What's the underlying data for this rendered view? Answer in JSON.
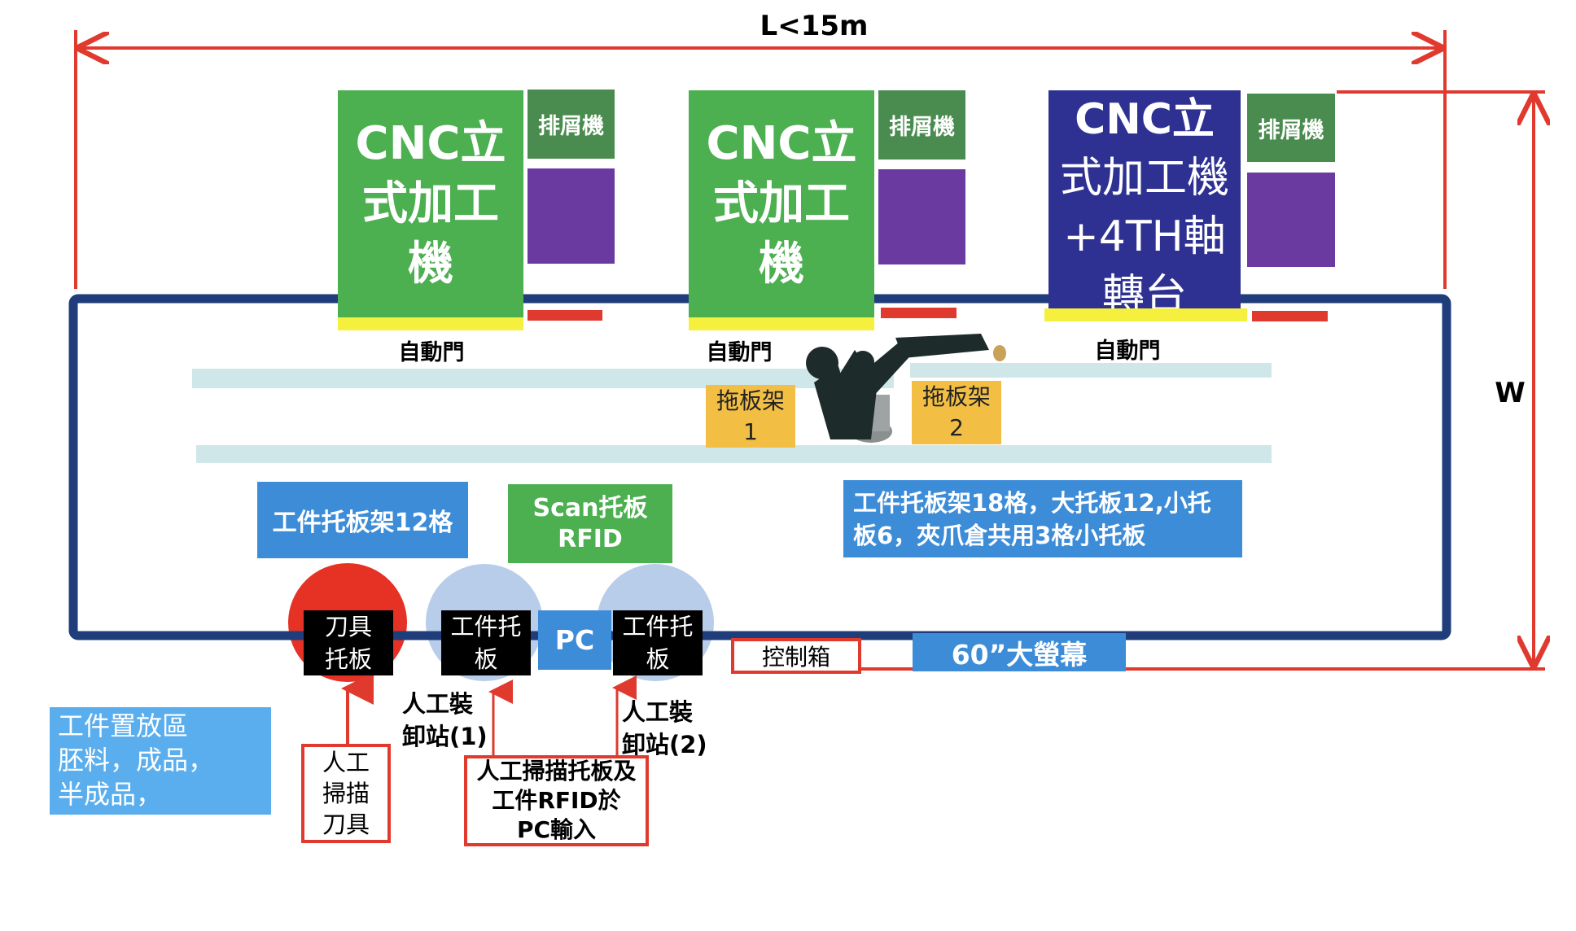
{
  "dimensions": {
    "length": "L<15m",
    "width": "W"
  },
  "machines": [
    {
      "title_lines": [
        "CNC立",
        "式加工",
        "機"
      ],
      "chip_label": "排屑機",
      "door_label": "自動門",
      "color": "#4caf50"
    },
    {
      "title_lines": [
        "CNC立",
        "式加工",
        "機"
      ],
      "chip_label": "排屑機",
      "door_label": "自動門",
      "color": "#4caf50"
    },
    {
      "title_lines": [
        "CNC立",
        "式加工機",
        "+4TH軸",
        "轉台"
      ],
      "chip_label": "排屑機",
      "door_label": "自動門",
      "color": "#2e3192"
    }
  ],
  "racks": [
    {
      "lines": [
        "拖板架",
        "1"
      ]
    },
    {
      "lines": [
        "拖板架",
        "2"
      ]
    }
  ],
  "zones": {
    "pallet_rack_12": "工件托板架12格",
    "scan_rfid": [
      "Scan托板",
      "RFID"
    ],
    "pallet_rack_18": [
      "工件托板架18格，大托板12,小托",
      "板6，夾爪倉共用3格小托板"
    ]
  },
  "bottom": {
    "tool_pallet": [
      "刀具",
      "托板"
    ],
    "workpiece_pallet_1": [
      "工件托",
      "板"
    ],
    "pc": "PC",
    "workpiece_pallet_2": [
      "工件托",
      "板"
    ],
    "control_box": "控制箱",
    "big_screen": "60”大螢幕",
    "station_1": [
      "人工裝",
      "卸站(1)"
    ],
    "station_2": [
      "人工裝",
      "卸站(2)"
    ],
    "scan_tool": [
      "人工",
      "掃描",
      "刀具"
    ],
    "scan_pc": [
      "人工掃描托板及",
      "工件RFID於",
      "PC輸入"
    ],
    "storage": [
      "工件置放區",
      "胚料，成品，",
      "半成品，"
    ]
  },
  "colors": {
    "frame": "#1f3d7a",
    "dimension_line": "#e03a2f",
    "cnc_green": "#4caf50",
    "cnc_navy": "#2e3192",
    "chip_green": "#4a8c4f",
    "chip_purple": "#6a3aa0",
    "door_yellow": "#f5ef3d",
    "door_red": "#e03a2f",
    "rail": "#cfe7e8",
    "rack": "#f2bf44",
    "zone_blue": "#3d8cd8",
    "storage_blue": "#5aaeee"
  },
  "icons": {
    "robot": "industrial-robot-arm"
  }
}
